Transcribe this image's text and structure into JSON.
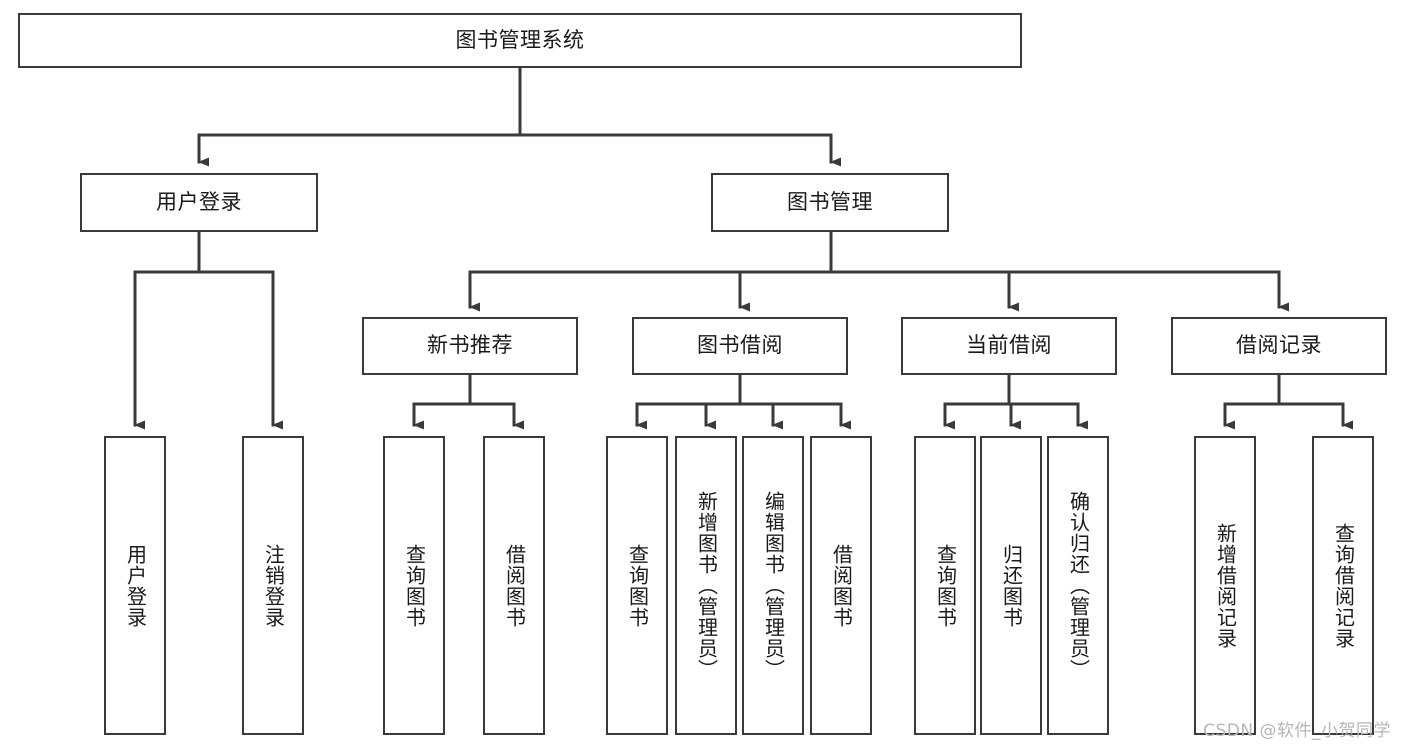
{
  "diagram": {
    "title": "图书管理系统",
    "type": "tree-hierarchy-chart",
    "watermark": "CSDN @软件_小贺同学",
    "colors": {
      "stroke": "#3a3a3a",
      "fill": "#ffffff",
      "text": "#1a1a1a",
      "watermark": "#b6b6b6"
    },
    "root": {
      "label": "图书管理系统"
    },
    "level2": [
      {
        "id": "user-login",
        "label": "用户登录"
      },
      {
        "id": "book-manage",
        "label": "图书管理"
      }
    ],
    "level3": [
      {
        "id": "new-book-rec",
        "label": "新书推荐"
      },
      {
        "id": "book-borrow",
        "label": "图书借阅"
      },
      {
        "id": "current-borrow",
        "label": "当前借阅"
      },
      {
        "id": "borrow-record",
        "label": "借阅记录"
      }
    ],
    "leaves": {
      "user_login": [
        {
          "id": "leaf-user-login",
          "label": "用户登录"
        },
        {
          "id": "leaf-logout",
          "label": "注销登录"
        }
      ],
      "new_book_rec": [
        {
          "id": "leaf-query-book-1",
          "label": "查询图书"
        },
        {
          "id": "leaf-borrow-book-1",
          "label": "借阅图书"
        }
      ],
      "book_borrow": [
        {
          "id": "leaf-query-book-2",
          "label": "查询图书"
        },
        {
          "id": "leaf-add-book",
          "label": "新增图书（管理员）"
        },
        {
          "id": "leaf-edit-book",
          "label": "编辑图书（管理员）"
        },
        {
          "id": "leaf-borrow-book-2",
          "label": "借阅图书"
        }
      ],
      "current_borrow": [
        {
          "id": "leaf-query-book-3",
          "label": "查询图书"
        },
        {
          "id": "leaf-return-book",
          "label": "归还图书"
        },
        {
          "id": "leaf-confirm-return",
          "label": "确认归还（管理员）"
        }
      ],
      "borrow_record": [
        {
          "id": "leaf-add-record",
          "label": "新增借阅记录"
        },
        {
          "id": "leaf-query-record",
          "label": "查询借阅记录"
        }
      ]
    }
  }
}
